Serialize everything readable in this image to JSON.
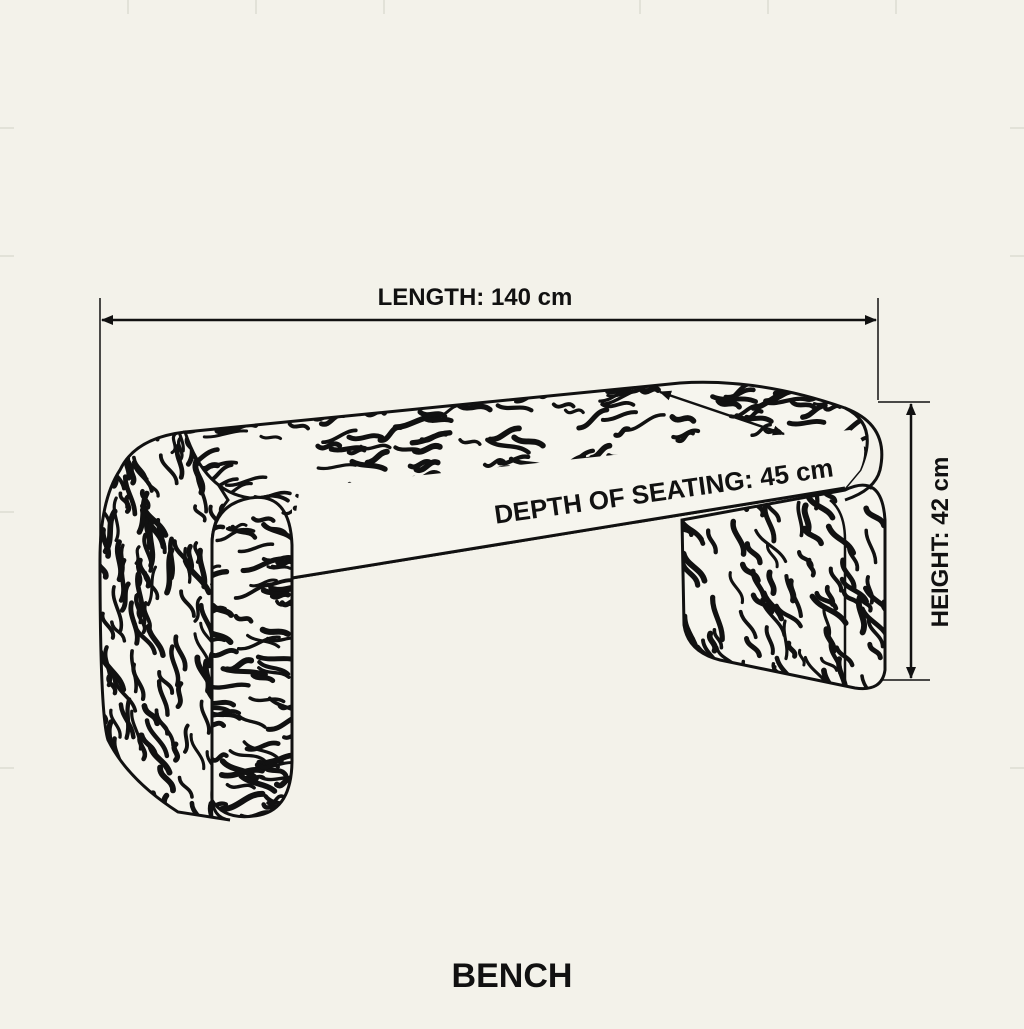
{
  "diagram": {
    "title": "BENCH",
    "dimensions": {
      "length": "LENGTH: 140 cm",
      "depth": "DEPTH OF SEATING: 45 cm",
      "height": "HEIGHT: 42 cm"
    }
  },
  "colors": {
    "background": "#f3f2ea",
    "ink": "#111111",
    "fill": "#f6f5ee",
    "guide": "#dddcd2"
  }
}
